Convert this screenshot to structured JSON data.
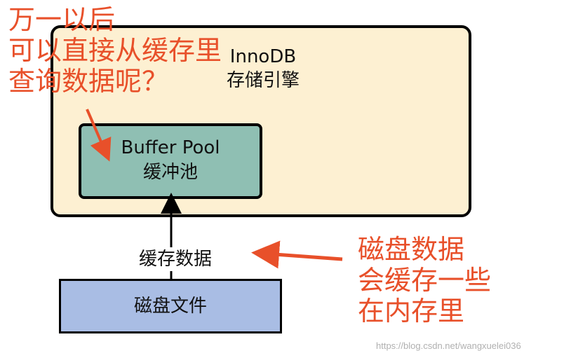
{
  "innodb": {
    "line1": "InnoDB",
    "line2": "存储引擎"
  },
  "buffer_pool": {
    "line1": "Buffer Pool",
    "line2": "缓冲池"
  },
  "disk": {
    "label": "磁盘文件"
  },
  "cache_edge": {
    "label": "缓存数据"
  },
  "note_top": {
    "lines": [
      "万一以后",
      "可以直接从缓存里",
      "查询数据呢？"
    ]
  },
  "note_right": {
    "lines": [
      "磁盘数据",
      "会缓存一些",
      "在内存里"
    ]
  },
  "watermark": "https://blog.csdn.net/wangxuelei036",
  "colors": {
    "note": "#e8502a",
    "innodb_fill": "#fdf0d2",
    "buffer_pool_fill": "#8fbfb3",
    "disk_fill": "#a9bde4"
  }
}
